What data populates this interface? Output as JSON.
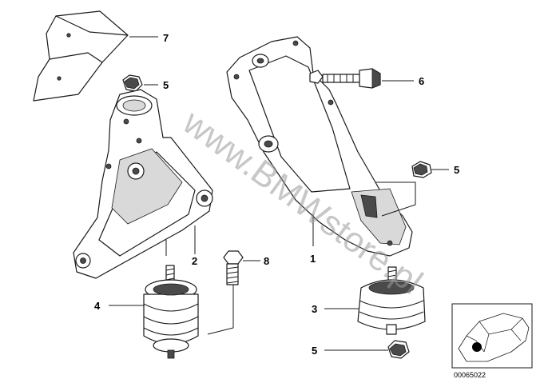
{
  "diagram": {
    "watermark": "www.BMWstore.pl",
    "reference_code": "00065022",
    "callouts": [
      {
        "id": "c7",
        "label": "7"
      },
      {
        "id": "c5a",
        "label": "5"
      },
      {
        "id": "c6",
        "label": "6"
      },
      {
        "id": "c5b",
        "label": "5"
      },
      {
        "id": "c2",
        "label": "2"
      },
      {
        "id": "c8",
        "label": "8"
      },
      {
        "id": "c1",
        "label": "1"
      },
      {
        "id": "c4",
        "label": "4"
      },
      {
        "id": "c3",
        "label": "3"
      },
      {
        "id": "c5c",
        "label": "5"
      }
    ]
  }
}
